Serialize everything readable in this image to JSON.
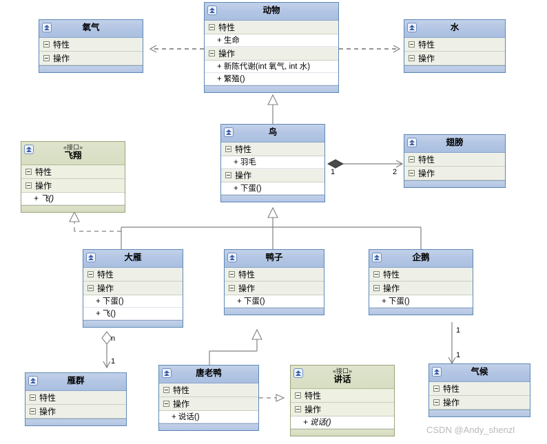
{
  "diagram": {
    "title": "UML Class Diagram",
    "watermark": "CSDN @Andy_shenzl",
    "colors": {
      "class_header": "#b4c6e4",
      "class_border": "#5b87b5",
      "interface_header": "#d7dec2",
      "interface_border": "#9aa37a",
      "section_row": "#eef0e8",
      "edge": "#808080"
    },
    "section_labels": {
      "attributes": "特性",
      "operations": "操作"
    },
    "classes": [
      {
        "id": "oxygen",
        "name": "氧气",
        "stereotype": "",
        "kind": "class",
        "attributes": [],
        "operations": []
      },
      {
        "id": "animal",
        "name": "动物",
        "stereotype": "",
        "kind": "class",
        "attributes": [
          "+ 生命"
        ],
        "operations": [
          "+ 新陈代谢(int 氧气, int 水)",
          "+ 繁殖()"
        ]
      },
      {
        "id": "water",
        "name": "水",
        "stereotype": "",
        "kind": "class",
        "attributes": [],
        "operations": []
      },
      {
        "id": "fly",
        "name": "飞翔",
        "stereotype": "«接口»",
        "kind": "interface",
        "attributes": [],
        "operations": [
          "+ 飞()"
        ]
      },
      {
        "id": "bird",
        "name": "鸟",
        "stereotype": "",
        "kind": "class",
        "attributes": [
          "+ 羽毛"
        ],
        "operations": [
          "+ 下蛋()"
        ]
      },
      {
        "id": "wing",
        "name": "翅膀",
        "stereotype": "",
        "kind": "class",
        "attributes": [],
        "operations": []
      },
      {
        "id": "wildgoose",
        "name": "大雁",
        "stereotype": "",
        "kind": "class",
        "attributes": [],
        "operations": [
          "+ 下蛋()",
          "+ 飞()"
        ]
      },
      {
        "id": "duck",
        "name": "鸭子",
        "stereotype": "",
        "kind": "class",
        "attributes": [],
        "operations": [
          "+ 下蛋()"
        ]
      },
      {
        "id": "penguin",
        "name": "企鹅",
        "stereotype": "",
        "kind": "class",
        "attributes": [],
        "operations": [
          "+ 下蛋()"
        ]
      },
      {
        "id": "gooseflock",
        "name": "雁群",
        "stereotype": "",
        "kind": "class",
        "attributes": [],
        "operations": []
      },
      {
        "id": "donald",
        "name": "唐老鸭",
        "stereotype": "",
        "kind": "class",
        "attributes": [],
        "operations": [
          "+ 说话()"
        ]
      },
      {
        "id": "speak",
        "name": "讲话",
        "stereotype": "«接口»",
        "kind": "interface",
        "attributes": [],
        "operations": [
          "+ 说话()"
        ]
      },
      {
        "id": "climate",
        "name": "气候",
        "stereotype": "",
        "kind": "class",
        "attributes": [],
        "operations": []
      }
    ],
    "relations": [
      {
        "id": "animal-oxygen",
        "type": "dependency",
        "from": "animal",
        "to": "oxygen",
        "from_mult": "",
        "to_mult": ""
      },
      {
        "id": "animal-water",
        "type": "dependency",
        "from": "animal",
        "to": "water",
        "from_mult": "",
        "to_mult": ""
      },
      {
        "id": "bird-animal",
        "type": "generalization",
        "from": "bird",
        "to": "animal",
        "from_mult": "",
        "to_mult": ""
      },
      {
        "id": "bird-wing",
        "type": "composition",
        "from": "bird",
        "to": "wing",
        "from_mult": "1",
        "to_mult": "2"
      },
      {
        "id": "wildgoose-bird",
        "type": "generalization",
        "from": "wildgoose",
        "to": "bird",
        "from_mult": "",
        "to_mult": ""
      },
      {
        "id": "duck-bird",
        "type": "generalization",
        "from": "duck",
        "to": "bird",
        "from_mult": "",
        "to_mult": ""
      },
      {
        "id": "penguin-bird",
        "type": "generalization",
        "from": "penguin",
        "to": "bird",
        "from_mult": "",
        "to_mult": ""
      },
      {
        "id": "wildgoose-fly",
        "type": "realization",
        "from": "wildgoose",
        "to": "fly",
        "from_mult": "",
        "to_mult": ""
      },
      {
        "id": "gooseflock-wildgoose",
        "type": "aggregation",
        "from": "wildgoose",
        "to": "gooseflock",
        "from_mult": "n",
        "to_mult": "1"
      },
      {
        "id": "donald-duck",
        "type": "generalization",
        "from": "donald",
        "to": "duck",
        "from_mult": "",
        "to_mult": ""
      },
      {
        "id": "donald-speak",
        "type": "realization",
        "from": "donald",
        "to": "speak",
        "from_mult": "",
        "to_mult": ""
      },
      {
        "id": "penguin-climate",
        "type": "association",
        "from": "penguin",
        "to": "climate",
        "from_mult": "1",
        "to_mult": "1"
      }
    ],
    "multiplicity_labels": [
      {
        "id": "bird-wing-from",
        "text": "1"
      },
      {
        "id": "bird-wing-to",
        "text": "2"
      },
      {
        "id": "goose-n",
        "text": "n"
      },
      {
        "id": "goose-1",
        "text": "1"
      },
      {
        "id": "penguin-1",
        "text": "1"
      },
      {
        "id": "climate-1",
        "text": "1"
      }
    ]
  }
}
